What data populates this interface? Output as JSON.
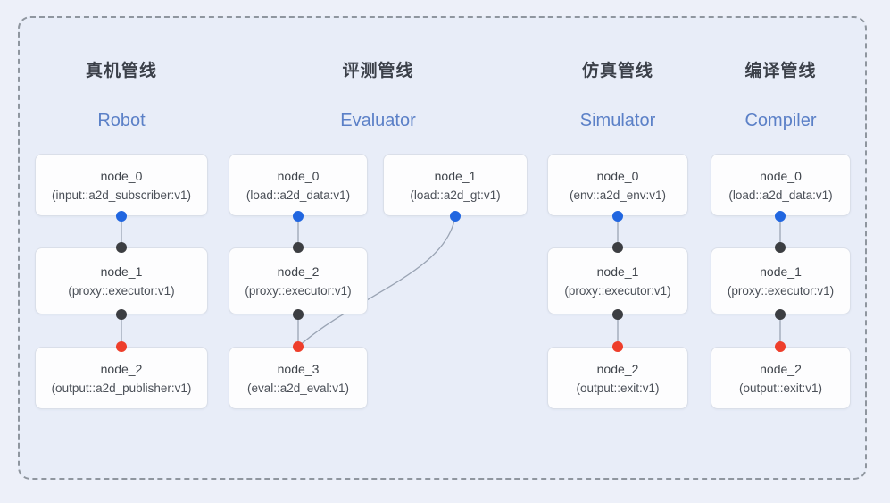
{
  "colors": {
    "canvas_bg": "#edf0f9",
    "panel_bg": "#e8edf8",
    "dash": "#8f969f",
    "wire": "#9aa4b4",
    "input_port": "#2166e0",
    "link_port": "#3c3e42",
    "output_port": "#ee3e2b",
    "title_text": "#3b4049",
    "subtitle_text": "#5b80c7",
    "node_text": "#3f444b",
    "node_subtext": "#4b5058"
  },
  "pipelines": [
    {
      "title_zh": "真机管线",
      "title_en": "Robot",
      "nodes": [
        {
          "name": "node_0",
          "type": "(input::a2d_subscriber:v1)"
        },
        {
          "name": "node_1",
          "type": "(proxy::executor:v1)"
        },
        {
          "name": "node_2",
          "type": "(output::a2d_publisher:v1)"
        }
      ]
    },
    {
      "title_zh": "评测管线",
      "title_en": "Evaluator",
      "nodes": [
        {
          "name": "node_0",
          "type": "(load::a2d_data:v1)"
        },
        {
          "name": "node_1",
          "type": "(load::a2d_gt:v1)"
        },
        {
          "name": "node_2",
          "type": "(proxy::executor:v1)"
        },
        {
          "name": "node_3",
          "type": "(eval::a2d_eval:v1)"
        }
      ]
    },
    {
      "title_zh": "仿真管线",
      "title_en": "Simulator",
      "nodes": [
        {
          "name": "node_0",
          "type": "(env::a2d_env:v1)"
        },
        {
          "name": "node_1",
          "type": "(proxy::executor:v1)"
        },
        {
          "name": "node_2",
          "type": "(output::exit:v1)"
        }
      ]
    },
    {
      "title_zh": "编译管线",
      "title_en": "Compiler",
      "nodes": [
        {
          "name": "node_0",
          "type": "(load::a2d_data:v1)"
        },
        {
          "name": "node_1",
          "type": "(proxy::executor:v1)"
        },
        {
          "name": "node_2",
          "type": "(output::exit:v1)"
        }
      ]
    }
  ]
}
